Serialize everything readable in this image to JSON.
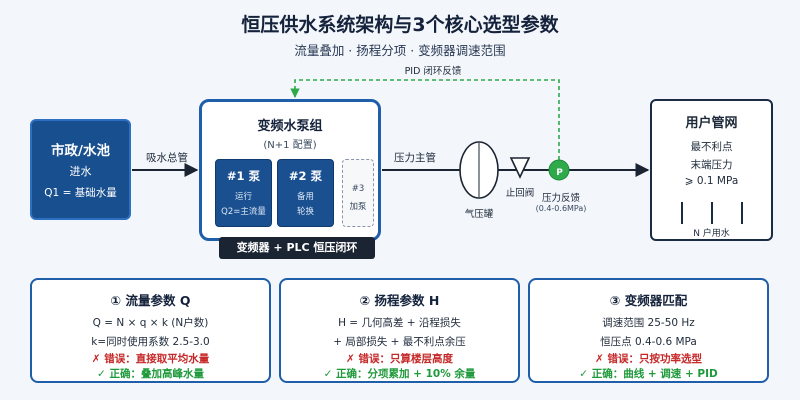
{
  "header": {
    "title": "恒压供水系统架构与3个核心选型参数",
    "subtitle": "流量叠加 · 扬程分项 · 变频器调速范围"
  },
  "source": {
    "title": "市政/水池",
    "line1": "进水",
    "line2": "Q1 = 基础水量"
  },
  "pipes": {
    "suction": "吸水总管",
    "main": "压力主管"
  },
  "pump_group": {
    "title": "变频水泵组",
    "subtitle": "(N+1 配置)",
    "pumps": [
      {
        "title": "#1 泵",
        "line1": "运行",
        "line2": "Q2=主流量"
      },
      {
        "title": "#2 泵",
        "line1": "备用",
        "line2": "轮换"
      },
      {
        "title": "#3",
        "line1": "加泵"
      }
    ],
    "vfd_bar": "变频器 + PLC 恒压闭环"
  },
  "devices": {
    "tank": "气压罐",
    "check_valve": "止回阀",
    "sensor_symbol": "P",
    "feedback": "压力反馈",
    "feedback_range": "(0.4-0.6MPa)",
    "pid_loop": "PID 闭环反馈"
  },
  "user_network": {
    "title": "用户管网",
    "line1": "最不利点",
    "line2": "末端压力",
    "line3": "⩾ 0.1 MPa",
    "households": "N 户用水"
  },
  "cards": [
    {
      "title": "① 流量参数 Q",
      "line1": "Q = N × q × k (N户数)",
      "line2": "k=同时使用系数 2.5-3.0",
      "wrong": "✗ 错误：直接取平均水量",
      "right": "✓ 正确：叠加高峰水量"
    },
    {
      "title": "② 扬程参数 H",
      "line1": "H = 几何高差 + 沿程损失",
      "line2": "+ 局部损失 + 最不利点余压",
      "wrong": "✗ 错误：只算楼层高度",
      "right": "✓ 正确：分项累加 + 10% 余量"
    },
    {
      "title": "③ 变频器匹配",
      "line1": "调速范围 25-50 Hz",
      "line2": "恒压点 0.4-0.6 MPa",
      "wrong": "✗ 错误：只按功率选型",
      "right": "✓ 正确：曲线 + 调速 + PID"
    }
  ],
  "colors": {
    "primary_blue": "#1f5ea8",
    "dark_blue": "#184f8f",
    "feedback_green": "#2eaa4a",
    "error_red": "#c62828",
    "ok_green": "#1f9a3b"
  }
}
